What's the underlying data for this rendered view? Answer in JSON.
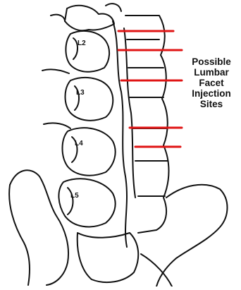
{
  "caption": {
    "lines": [
      "Possible",
      "Lumbar",
      "Facet",
      "Injection",
      "Sites"
    ]
  },
  "vertebra_labels": [
    "L2",
    "L3",
    "L4",
    "L5"
  ],
  "colors": {
    "line_art": "#111111",
    "indicator": "#e01515",
    "background": "#ffffff"
  },
  "indicator_count": 5
}
